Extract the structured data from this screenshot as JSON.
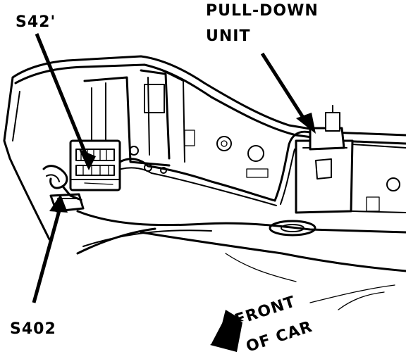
{
  "labels": {
    "s421": "S42'",
    "pulldown_line1": "PULL-DOWN",
    "pulldown_line2": "UNIT",
    "s402": "S402",
    "front_line1": "FRONT",
    "front_line2": "OF CAR"
  },
  "colors": {
    "ink": "#000000",
    "paper": "#ffffff"
  }
}
